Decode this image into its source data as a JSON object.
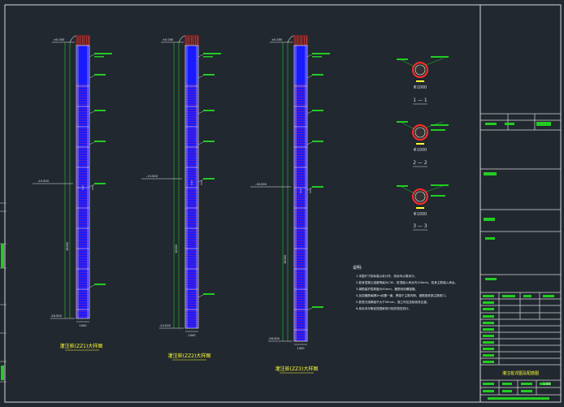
{
  "drawing": {
    "elevations": {
      "top": "±0.000",
      "mid1": "-15.500",
      "mid2": "-13.500",
      "mid3": "-16.500",
      "bot1": "-26.500",
      "bot2": "-24.500",
      "bot3": "-28.500"
    },
    "pile_width": "1000",
    "dim_text": "18000",
    "piles": [
      {
        "caption": "灌注桩(ZZ1)大样图"
      },
      {
        "caption": "灌注桩(ZZ2)大样图"
      },
      {
        "caption": "灌注桩(ZZ3)大样图"
      }
    ],
    "sections": [
      {
        "title": "1 — 1",
        "size": "Φ1000"
      },
      {
        "title": "2 — 2",
        "size": "Φ1000"
      },
      {
        "title": "3 — 3",
        "size": "Φ1000"
      }
    ],
    "notes": {
      "heading": "说明:",
      "lines": [
        "1.本图尺寸除标高以米计外，其余均以毫米计。",
        "2.桩身混凝土强度等级为C30，桩顶嵌入承台内100mm，桩身主筋锚入承台。",
        "3.钢筋保护层厚度为50mm，箍筋采用螺旋箍。",
        "4.加劲箍筋每隔2m设置一道，焊接于主筋内侧，钢筋笼底部主筋收口。",
        "5.桩底沉渣厚度不大于50mm，施工时应控制泥浆比重。",
        "6.其余未尽事宜按国家现行相关规范执行。"
      ]
    }
  },
  "title_block": {
    "drawing_title": "灌注桩详图及配筋图",
    "scale": "1:50"
  },
  "colors": {
    "background": "#212830",
    "line": "#e8e8e8",
    "rebar": "#1a1aff",
    "hatch": "#ff2a2a",
    "green": "#22cc22",
    "yellow": "#ffff33"
  }
}
